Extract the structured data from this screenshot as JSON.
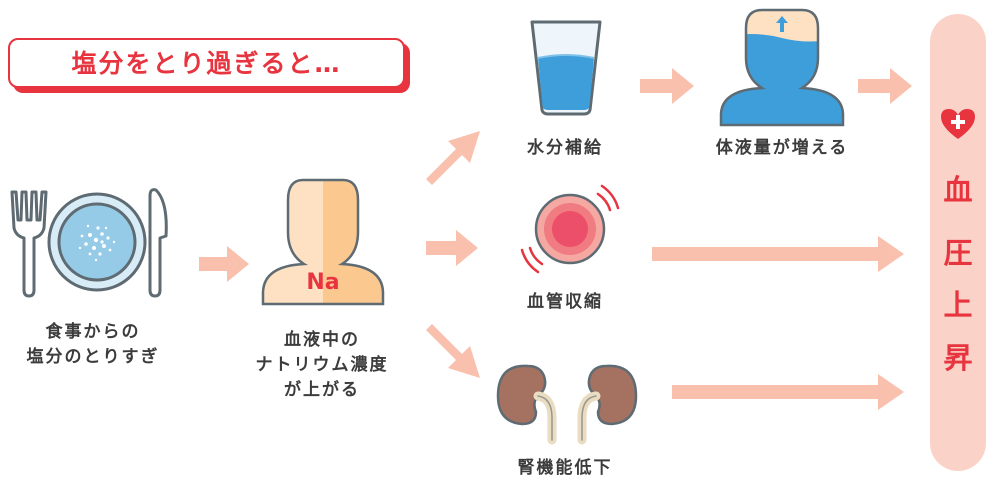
{
  "title": "塩分をとり過ぎると…",
  "labels": {
    "meal": [
      "食事からの",
      "塩分のとりすぎ"
    ],
    "sodium": [
      "血液中の",
      "ナトリウム濃度",
      "が上がる"
    ],
    "na_symbol": "Na",
    "water_intake": "水分補給",
    "fluid_increase": "体液量が増える",
    "vasoconstriction": "血管収縮",
    "kidney": "腎機能低下"
  },
  "result": {
    "chars": [
      "血",
      "圧",
      "上",
      "昇"
    ],
    "icon": "heart-plus-icon"
  },
  "colors": {
    "accent_red": "#e7343f",
    "arrow": "#f9c0ae",
    "result_bg": "#fbd2c7",
    "skin_light": "#fde1c2",
    "skin_dark": "#fbc88f",
    "water_blue": "#3e9ed9",
    "kidney_brown": "#a57261"
  }
}
